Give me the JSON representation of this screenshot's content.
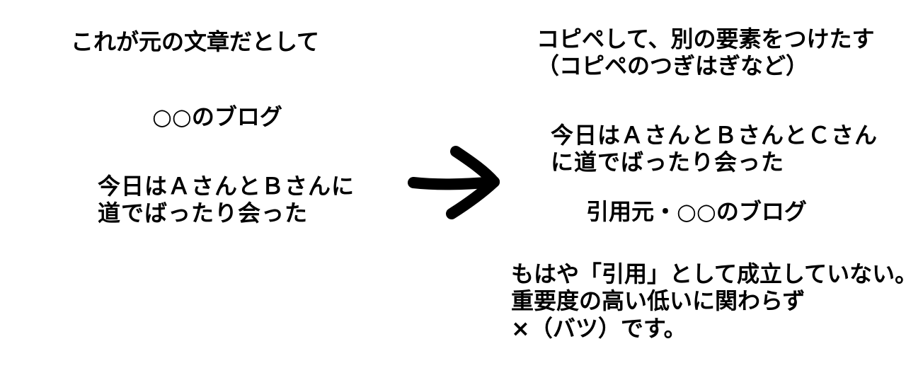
{
  "left": {
    "title": "これが元の文章だとして",
    "blog_name": "○○のブログ",
    "body_lines": [
      "今日はＡさんとＢさんに",
      "道でばったり会った"
    ]
  },
  "right": {
    "title_lines": [
      "コピペして、別の要素をつけたす",
      "（コピペのつぎはぎなど）"
    ],
    "body_lines": [
      "今日はＡさんとＢさんとＣさん",
      "に道でばったり会った"
    ],
    "citation": "引用元・○○のブログ",
    "note_lines": [
      "もはや「引用」として成立していない。",
      "重要度の高い低いに関わらず",
      "×（バツ）です。"
    ]
  },
  "colors": {
    "text": "#000000",
    "background": "#ffffff"
  },
  "icons": {
    "arrow": "right-arrow-icon"
  }
}
